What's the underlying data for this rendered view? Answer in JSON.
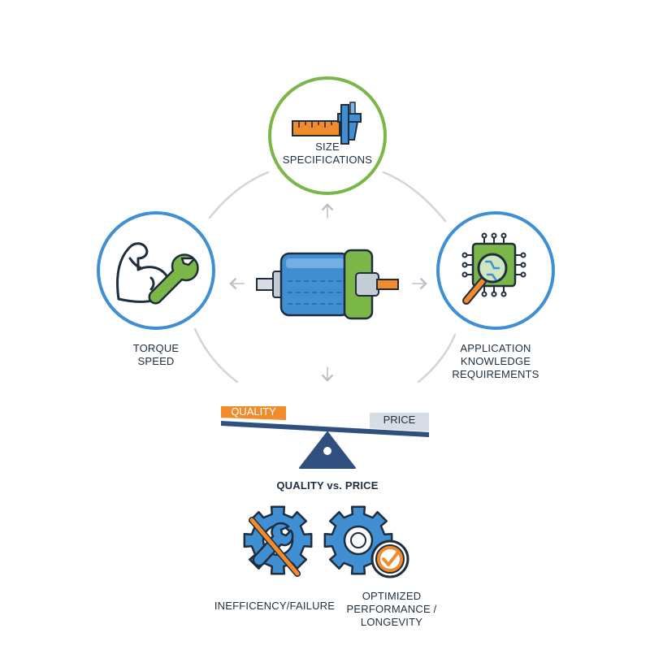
{
  "nodes": {
    "size": {
      "lines": [
        "SIZE",
        "SPECIFICATIONS"
      ],
      "icon": "caliper-ruler-icon",
      "ring_color": "#7ab648"
    },
    "torque": {
      "lines": [
        "TORQUE",
        "SPEED"
      ],
      "icon": "flexed-arm-wrench-icon",
      "ring_color": "#3f8fd2"
    },
    "application": {
      "lines": [
        "APPLICATION",
        "KNOWLEDGE",
        "REQUIREMENTS"
      ],
      "icon": "circuit-magnifier-icon",
      "ring_color": "#3f8fd2"
    }
  },
  "center": {
    "icon": "electric-motor-icon"
  },
  "balance": {
    "left_tag": "QUALITY",
    "right_tag": "PRICE",
    "caption": "QUALITY vs. PRICE",
    "left_color": "#f28b2c",
    "right_color": "#d6dde5",
    "beam_color": "#2f4f7f"
  },
  "outcomes": [
    {
      "lines": [
        "INEFFICENCY/FAILURE"
      ],
      "icon": "broken-gear-icon"
    },
    {
      "lines": [
        "OPTIMIZED",
        "PERFORMANCE /",
        "LONGEVITY"
      ],
      "icon": "gear-checkmark-icon"
    }
  ],
  "colors": {
    "blue": "#3f8fd2",
    "green": "#7ab648",
    "orange": "#f28b2c",
    "navy": "#2f4f7f",
    "gray_line": "#cfd5dc"
  }
}
